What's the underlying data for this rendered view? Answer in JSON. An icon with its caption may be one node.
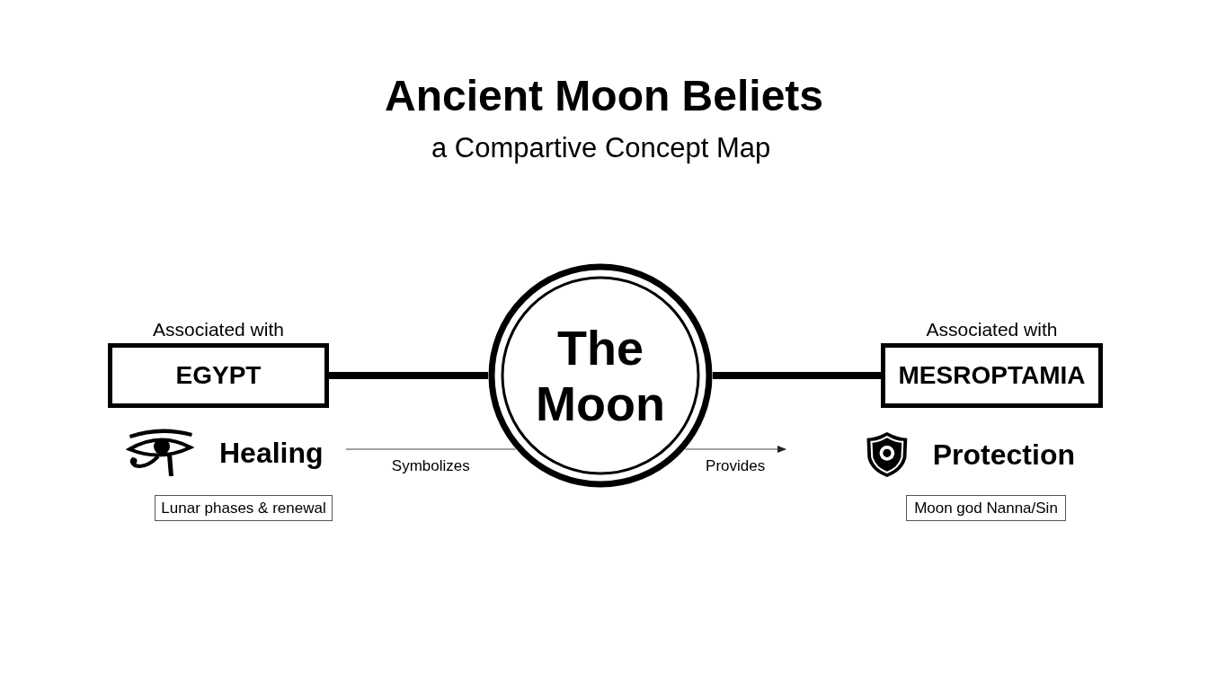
{
  "diagram": {
    "title": "Ancient Moon Beliets",
    "nodes": [
      {
        "text": [
          "Associated with",
          "EGYPT"
        ]
      },
      {
        "text": [
          "The Moon"
        ]
      },
      {
        "text": [
          "Associated with",
          "MESROPTAMIA"
        ]
      },
      {
        "text": [
          "Healing"
        ]
      },
      {
        "text": [
          "Protection"
        ]
      },
      {
        "text": [
          "Lunar phases & renewal"
        ]
      },
      {
        "text": [
          "Moon god Nanna/Sin"
        ]
      }
    ],
    "edges": [
      {
        "from": 0,
        "to": 1,
        "arrow": "none",
        "style": "thick"
      },
      {
        "from": 1,
        "to": 2,
        "arrow": "none",
        "style": "thick"
      },
      {
        "from": 3,
        "to": 1,
        "arrow": "none",
        "label": "Symbolizes"
      },
      {
        "from": 1,
        "to": 4,
        "arrow": "to",
        "label": "Provides"
      }
    ],
    "labels": [
      "a Compartive Concept Map"
    ]
  }
}
